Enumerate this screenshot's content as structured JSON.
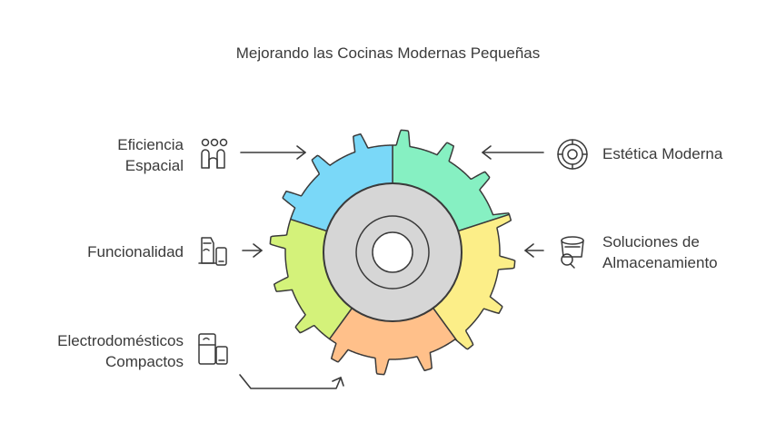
{
  "title": "Mejorando las Cocinas Modernas Pequeñas",
  "items": {
    "eficiencia": {
      "lines": [
        "Eficiencia",
        "Espacial"
      ],
      "icon": "people-group-icon",
      "color": "#7ad8f8"
    },
    "estetica": {
      "lines": [
        "Estética Moderna"
      ],
      "icon": "target-circle-icon",
      "color": "#86f0c2"
    },
    "funcionalidad": {
      "lines": [
        "Funcionalidad"
      ],
      "icon": "appliances-icon",
      "color": "#d4f27a"
    },
    "soluciones": {
      "lines": [
        "Soluciones de",
        "Almacenamiento"
      ],
      "icon": "storage-bucket-icon",
      "color": "#fcee88"
    },
    "electro": {
      "lines": [
        "Electrodomésticos",
        "Compactos"
      ],
      "icon": "compact-appliances-icon",
      "color": "#ffc08a"
    }
  },
  "colors": {
    "hub": "#d6d6d6",
    "outline": "#3a3a3a"
  }
}
